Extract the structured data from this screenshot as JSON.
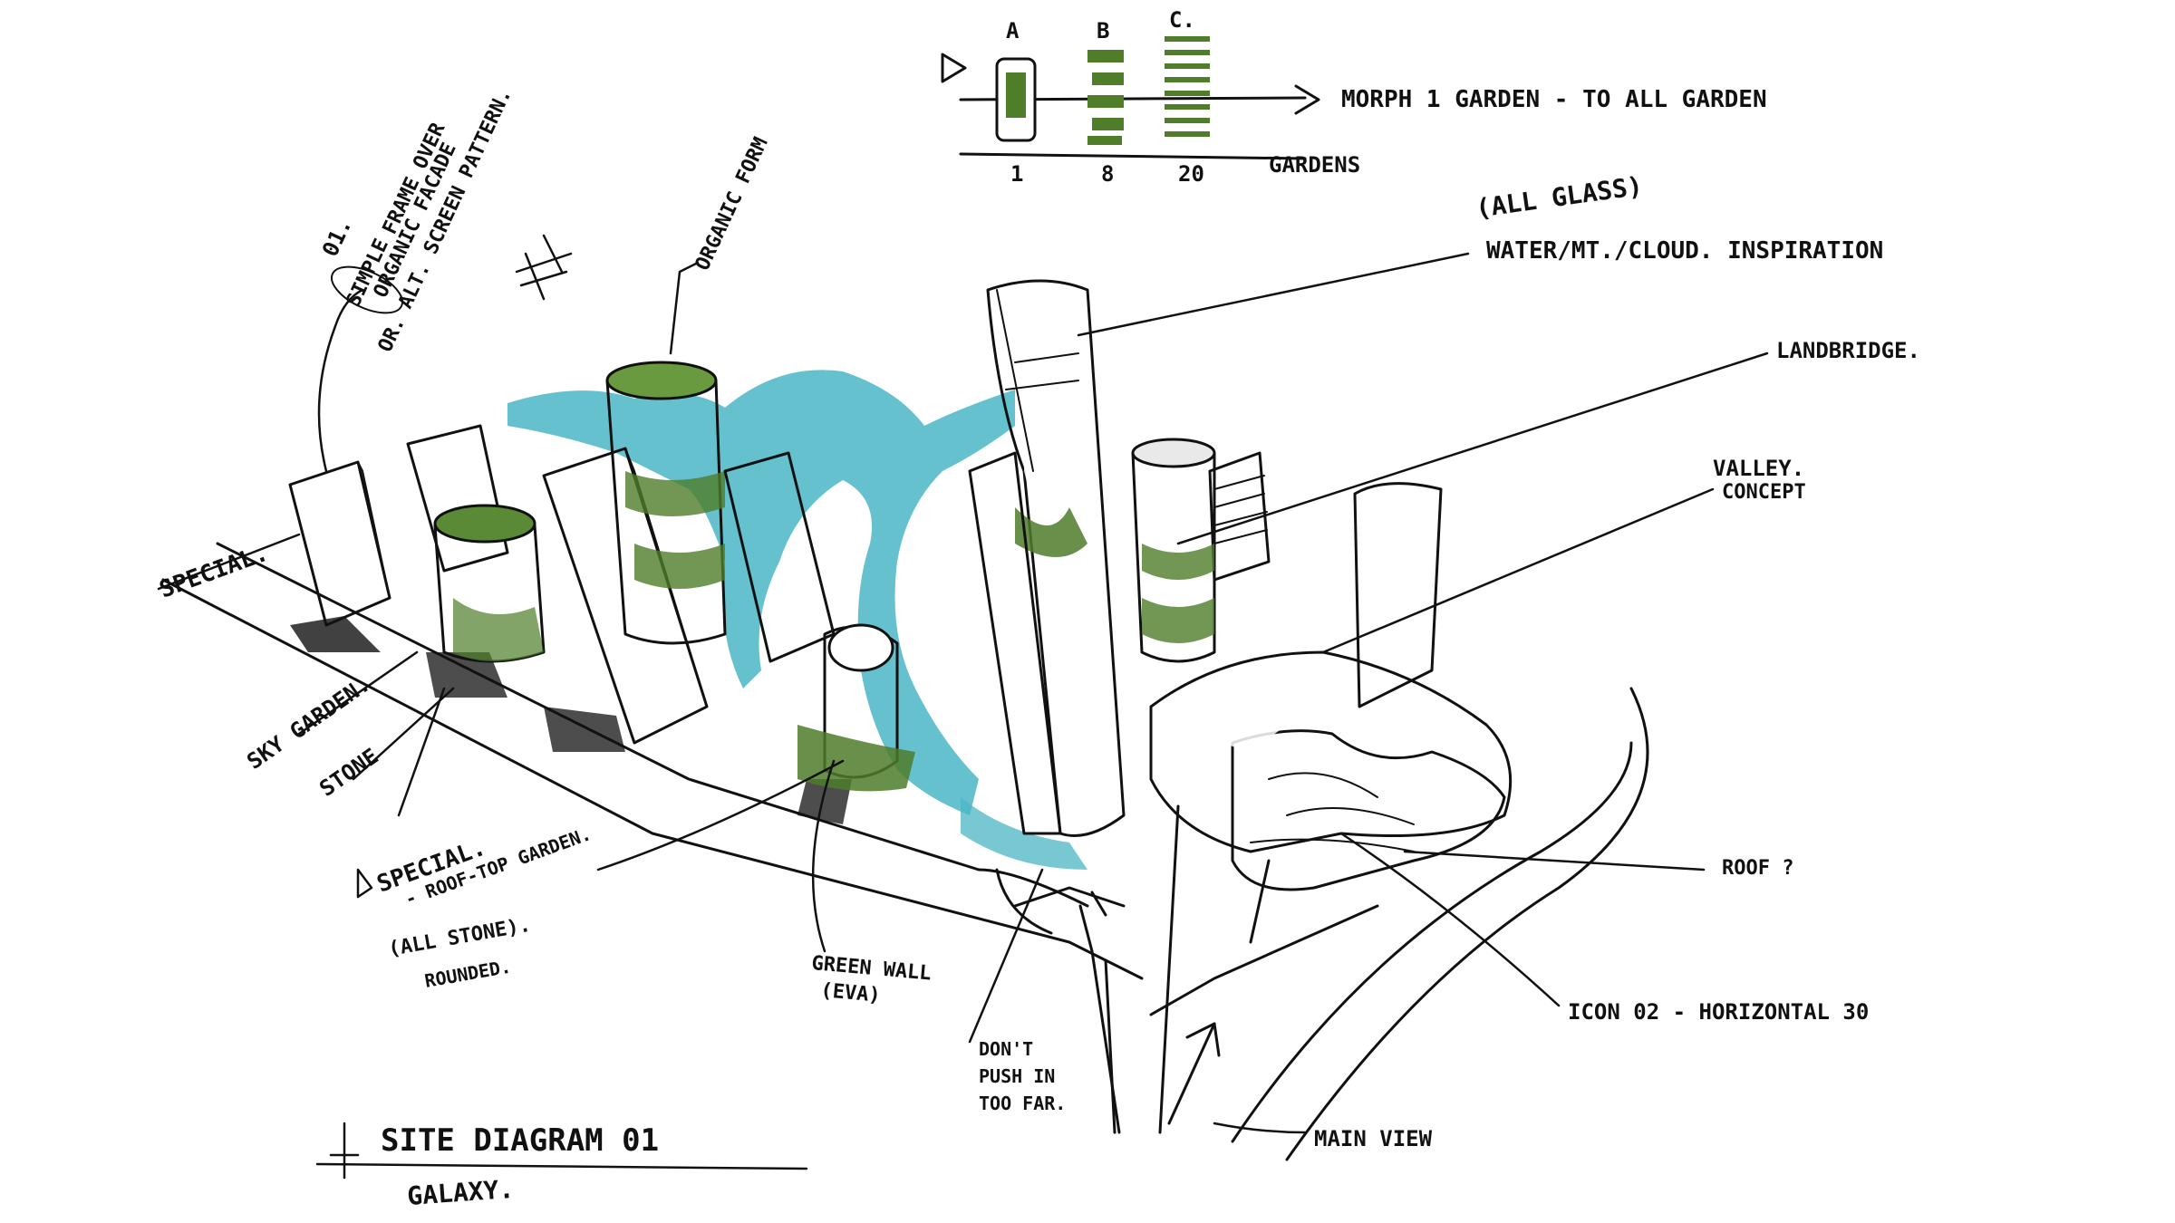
{
  "colors": {
    "ink": "#111111",
    "water": "#4bb6c6",
    "yellow": "#f2c21b",
    "green": "#4f7d2a",
    "paper": "#ffffff"
  },
  "morph": {
    "labels": [
      "A",
      "B",
      "C."
    ],
    "counts": [
      "1",
      "8",
      "20"
    ],
    "counts_caption": "GARDENS",
    "arrow_text": "MORPH 1 GARDEN - TO ALL GARDEN"
  },
  "annotations": {
    "option_number": "01.",
    "simple": "SIMPLE",
    "simple_rest": "FRAME OVER",
    "organic_facade": "ORGANIC FACADE",
    "alt_screen": "OR. ALT. SCREEN PATTERN.",
    "organic_form": "ORGANIC FORM",
    "special_left": "SPECIAL.",
    "sky_garden": "SKY GARDEN.",
    "stone": "STONE",
    "special_roof": "SPECIAL.",
    "roof_top": "- ROOF-TOP GARDEN.",
    "all_stone": "(ALL STONE).",
    "rounded": "ROUNDED.",
    "green_wall": "GREEN WALL",
    "eva": "(EVA)",
    "dont_push_1": "DON'T",
    "dont_push_2": "PUSH IN",
    "dont_push_3": "TOO FAR.",
    "all_glass": "(ALL GLASS)",
    "inspiration": "WATER/MT./CLOUD. INSPIRATION",
    "landbridge": "LANDBRIDGE.",
    "valley": "VALLEY.",
    "concept": "CONCEPT",
    "roof": "ROOF ?",
    "icon_02": "ICON 02 - HORIZONTAL 30",
    "main_view": "MAIN VIEW"
  },
  "title": {
    "main": "SITE DIAGRAM 01",
    "sub": "GALAXY."
  }
}
